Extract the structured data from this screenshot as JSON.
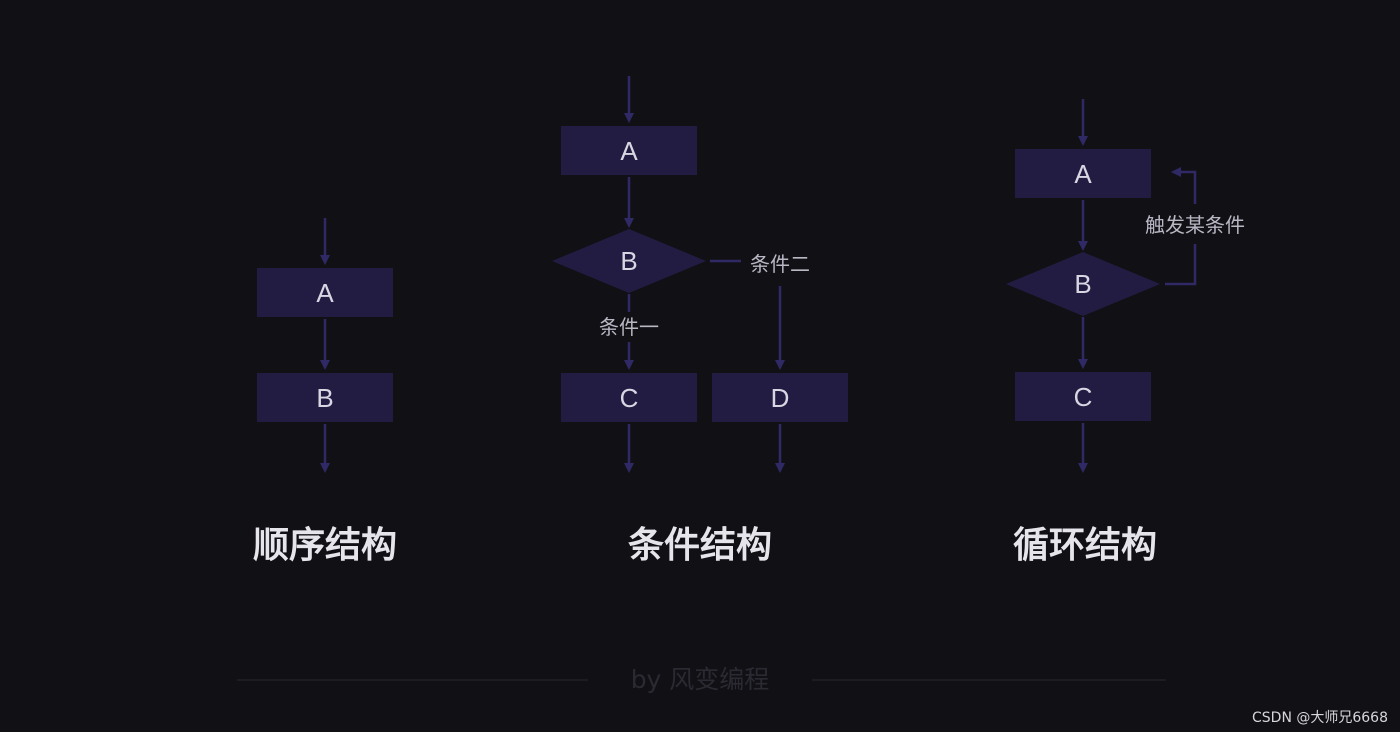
{
  "sequence": {
    "title": "顺序结构",
    "nodes": {
      "a": "A",
      "b": "B"
    }
  },
  "conditional": {
    "title": "条件结构",
    "nodes": {
      "a": "A",
      "b": "B",
      "c": "C",
      "d": "D"
    },
    "edge_labels": {
      "branch_one": "条件一",
      "branch_two": "条件二"
    }
  },
  "loop": {
    "title": "循环结构",
    "nodes": {
      "a": "A",
      "b": "B",
      "c": "C"
    },
    "edge_labels": {
      "loop_back": "触发某条件"
    }
  },
  "footer": {
    "credit": "by 风变编程"
  },
  "watermark": {
    "text": "CSDN @大师兄6668"
  },
  "colors": {
    "background": "#111014",
    "node_fill": "#221c43",
    "arrow": "#2f2a66",
    "node_text": "#d8d6e2",
    "title_text": "#e6e5ec"
  }
}
